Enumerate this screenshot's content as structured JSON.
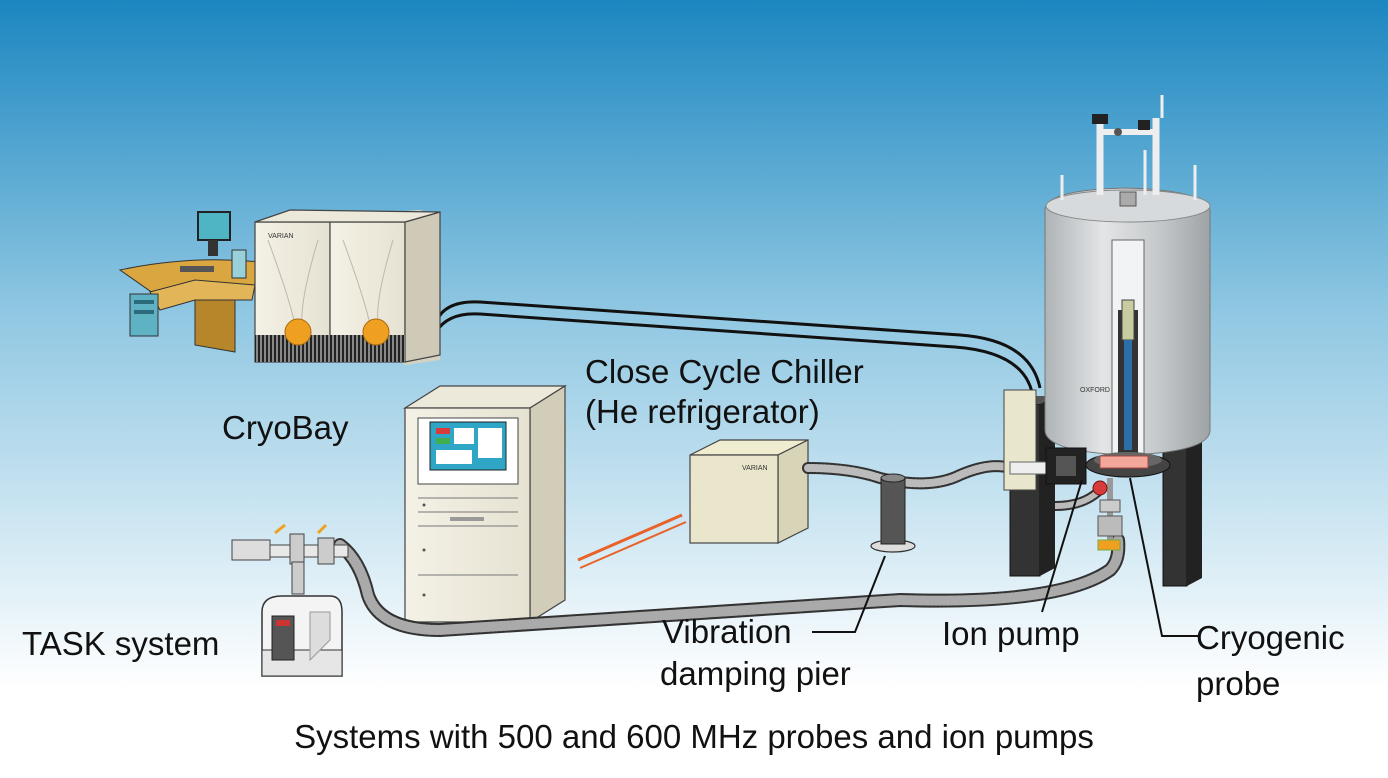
{
  "labels": {
    "cryobay": "CryoBay",
    "chiller_line1": "Close Cycle Chiller",
    "chiller_line2": "(He refrigerator)",
    "task": "TASK system",
    "pier_line1": "Vibration",
    "pier_line2": "damping pier",
    "ion_pump": "Ion pump",
    "probe_line1": "Cryogenic",
    "probe_line2": "probe"
  },
  "brands": {
    "cabinet": "VARIAN",
    "chiller": "VARIAN",
    "magnet": "OXFORD"
  },
  "caption": "Systems with 500 and 600 MHz probes and ion pumps",
  "colors": {
    "sky_top": "#1b86c0",
    "sky_bottom": "#ffffff",
    "magnet_body": "#c9ccce",
    "accent_orange": "#f0a020"
  }
}
